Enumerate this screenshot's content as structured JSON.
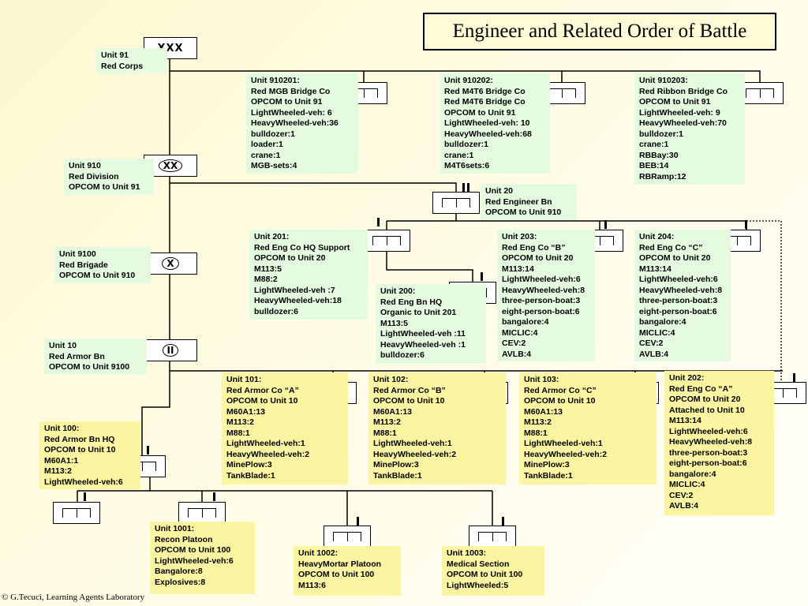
{
  "title": "Engineer and Related Order of Battle",
  "footer": "© G.Tecuci, Learning Agents Laboratory",
  "echelons": {
    "corps": "XXX",
    "division": "XX",
    "brigade": "X",
    "battalion": "II",
    "company_mark": "I"
  },
  "units": {
    "u91": {
      "lines": [
        "Unit 91",
        "Red Corps"
      ]
    },
    "u910201": {
      "lines": [
        "Unit 910201:",
        "Red MGB Bridge Co",
        "OPCOM to Unit 91",
        "LightWheeled-veh: 6",
        "HeavyWheeled-veh:36",
        "bulldozer:1",
        "loader:1",
        "crane:1",
        "MGB-sets:4"
      ]
    },
    "u910202": {
      "lines": [
        "Unit 910202:",
        "Red M4T6 Bridge Co",
        "Red M4T6 Bridge Co",
        "OPCOM to Unit 91",
        "LightWheeled-veh: 10",
        "HeavyWheeled-veh:68",
        "bulldozer:1",
        "crane:1",
        "M4T6sets:6"
      ]
    },
    "u910203": {
      "lines": [
        "Unit 910203:",
        "Red Ribbon Bridge Co",
        "OPCOM to Unit 91",
        "LightWheeled-veh: 9",
        "HeavyWheeled-veh:70",
        "bulldozer:1",
        "crane:1",
        "RBBay:30",
        "BEB:14",
        "RBRamp:12"
      ]
    },
    "u910": {
      "lines": [
        "Unit 910",
        "Red Division",
        "OPCOM to Unit 91"
      ]
    },
    "u20": {
      "lines": [
        "Unit 20",
        "Red Engineer Bn",
        "OPCOM to Unit 910"
      ]
    },
    "u9100": {
      "lines": [
        "Unit 9100",
        "Red Brigade",
        "OPCOM to Unit 910"
      ]
    },
    "u201": {
      "lines": [
        "Unit 201:",
        "Red Eng Co HQ Support",
        "OPCOM  to  Unit 20",
        "M113:5",
        "M88:2",
        "LightWheeled-veh :7",
        "HeavyWheeled-veh:18",
        "bulldozer:6"
      ]
    },
    "u200": {
      "lines": [
        "Unit 200:",
        "Red Eng Bn HQ",
        "Organic  to  Unit 201",
        "M113:5",
        "LightWheeled-veh :11",
        "HeavyWheeled-veh :1",
        "bulldozer:6"
      ]
    },
    "u203": {
      "lines": [
        "Unit 203:",
        "Red Eng Co  “B”",
        "OPCOM  to  Unit 20",
        "M113:14",
        "LightWheeled-veh:6",
        "HeavyWheeled-veh:8",
        "three-person-boat:3",
        "eight-person-boat:6",
        "bangalore:4",
        "MICLIC:4",
        "CEV:2",
        "AVLB:4"
      ]
    },
    "u204": {
      "lines": [
        "Unit 204:",
        "Red Eng Co  “C”",
        "OPCOM  to  Unit 20",
        "M113:14",
        "LightWheeled-veh:6",
        "HeavyWheeled-veh:8",
        "three-person-boat:3",
        "eight-person-boat:6",
        "bangalore:4",
        "MICLIC:4",
        "CEV:2",
        "AVLB:4"
      ]
    },
    "u10": {
      "lines": [
        "Unit 10",
        "Red Armor Bn",
        "OPCOM to Unit 9100"
      ]
    },
    "u101": {
      "lines": [
        "Unit 101:",
        "Red Armor Co  “A”",
        "OPCOM  to  Unit 10",
        "M60A1:13",
        "M113:2",
        "M88:1",
        "LightWheeled-veh:1",
        "HeavyWheeled-veh:2",
        "MinePlow:3",
        "TankBlade:1"
      ]
    },
    "u102": {
      "lines": [
        "Unit 102:",
        "Red Armor Co  “B”",
        "OPCOM  to  Unit 10",
        "M60A1:13",
        "M113:2",
        "M88:1",
        "LightWheeled-veh:1",
        "HeavyWheeled-veh:2",
        "MinePlow:3",
        "TankBlade:1"
      ]
    },
    "u103": {
      "lines": [
        "Unit 103:",
        "Red Armor Co  “C”",
        "OPCOM  to  Unit 10",
        "M60A1:13",
        "M113:2",
        "M88:1",
        "LightWheeled-veh:1",
        "HeavyWheeled-veh:2",
        "MinePlow:3",
        "TankBlade:1"
      ]
    },
    "u202": {
      "lines": [
        "Unit 202:",
        "Red Eng Co “A”",
        "OPCOM  to  Unit 20",
        "Attached to Unit 10",
        "M113:14",
        "LightWheeled-veh:6",
        "HeavyWheeled-veh:8",
        "three-person-boat:3",
        "eight-person-boat:6",
        "bangalore:4",
        "MICLIC:4",
        "CEV:2",
        "AVLB:4"
      ]
    },
    "u100": {
      "lines": [
        "Unit 100:",
        "Red Armor Bn HQ",
        "OPCOM  to  Unit 10",
        "M60A1:1",
        "M113:2",
        "LightWheeled-veh:6"
      ]
    },
    "u1001": {
      "lines": [
        "Unit 1001:",
        "Recon Platoon",
        "OPCOM  to  Unit 100",
        "LightWheeled-veh:6",
        "Bangalore:8",
        "Explosives:8"
      ]
    },
    "u1002": {
      "lines": [
        "Unit 1002:",
        "HeavyMortar Platoon",
        "OPCOM  to  Unit 100",
        "M113:6"
      ]
    },
    "u1003": {
      "lines": [
        "Unit 1003:",
        "Medical Section",
        "OPCOM  to  Unit 100",
        "LightWheeled:5"
      ]
    }
  }
}
